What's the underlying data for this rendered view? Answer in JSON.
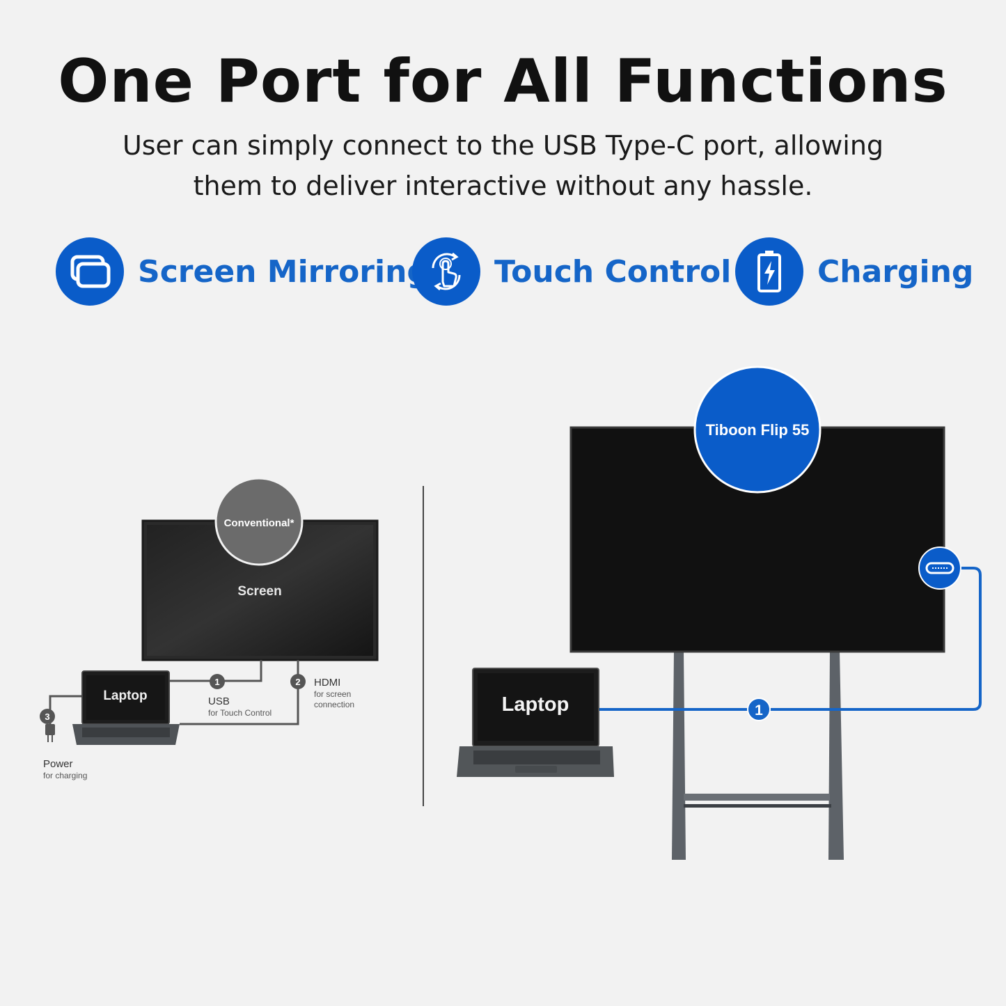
{
  "header": {
    "title": "One Port for All Functions",
    "subtitle": "User can simply connect to the USB Type-C port, allowing them to deliver interactive without any hassle."
  },
  "features": [
    {
      "label": "Screen Mirroring",
      "icon": "screen-mirroring-icon"
    },
    {
      "label": "Touch Control",
      "icon": "touch-gesture-icon"
    },
    {
      "label": "Charging",
      "icon": "battery-charging-icon"
    }
  ],
  "conventional": {
    "badge": "Conventional*",
    "screen_label": "Screen",
    "laptop_label": "Laptop",
    "connections": [
      {
        "number": "1",
        "name": "USB",
        "desc": "for Touch Control"
      },
      {
        "number": "2",
        "name": "HDMI",
        "desc_line1": "for screen",
        "desc_line2": "connection"
      },
      {
        "number": "3",
        "name": "Power",
        "desc": "for charging"
      }
    ]
  },
  "tiboon": {
    "badge": "Tiboon Flip 55",
    "laptop_label": "Laptop",
    "connection_number": "1",
    "port_icon": "usb-c-port-icon"
  },
  "colors": {
    "accent_blue": "#0a5cc9",
    "label_blue": "#1565c8",
    "badge_gray": "#6b6b6b",
    "screen_black": "#111111"
  }
}
